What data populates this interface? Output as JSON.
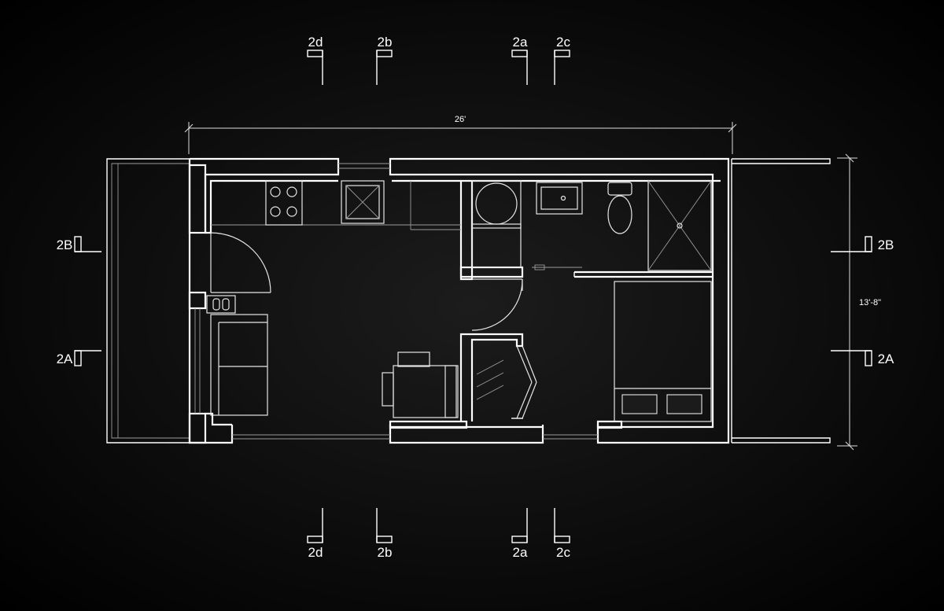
{
  "dimensions": {
    "width_label": "26'",
    "depth_label": "13'-8\""
  },
  "section_markers": {
    "top": [
      "2d",
      "2b",
      "2a",
      "2c"
    ],
    "bottom": [
      "2d",
      "2b",
      "2a",
      "2c"
    ],
    "left": [
      "2B",
      "2A"
    ],
    "right": [
      "2B",
      "2A"
    ]
  },
  "colors": {
    "background": "#000000",
    "linework": "#ffffff"
  }
}
